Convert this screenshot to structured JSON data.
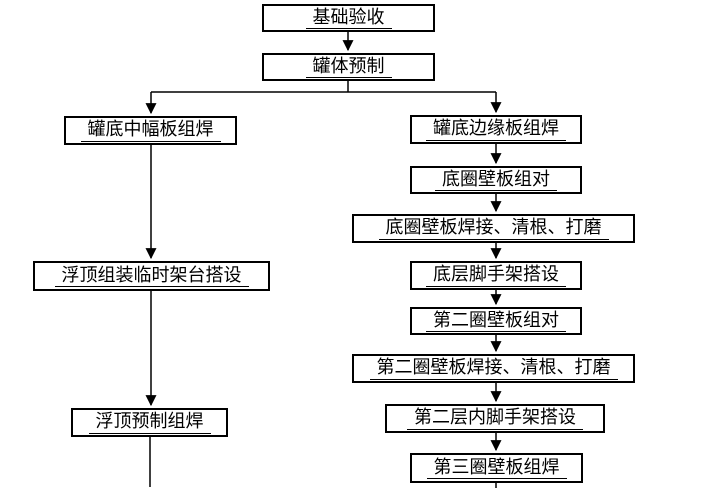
{
  "diagram": {
    "type": "flowchart",
    "language": "zh-CN",
    "background_color": "#ffffff",
    "line_color": "#000000",
    "box_fill": "#ffffff",
    "box_border_color": "#000000"
  },
  "nodes": [
    {
      "id": "foundation-acceptance",
      "label": "基础验收"
    },
    {
      "id": "tank-body-prefabrication",
      "label": "罐体预制"
    },
    {
      "id": "tank-bottom-center-plate-welding",
      "label": "罐底中幅板组焊"
    },
    {
      "id": "tank-bottom-edge-plate-welding",
      "label": "罐底边缘板组焊"
    },
    {
      "id": "first-ring-shell-plate-fitup",
      "label": "底圈壁板组对"
    },
    {
      "id": "first-ring-shell-weld-grind",
      "label": "底圈壁板焊接、清根、打磨"
    },
    {
      "id": "bottom-scaffold-erection",
      "label": "底层脚手架搭设"
    },
    {
      "id": "second-ring-shell-plate-fitup",
      "label": "第二圈壁板组对"
    },
    {
      "id": "second-ring-shell-weld-grind",
      "label": "第二圈壁板焊接、清根、打磨"
    },
    {
      "id": "second-level-inner-scaffold",
      "label": "第二层内脚手架搭设"
    },
    {
      "id": "third-ring-shell-plate-welding",
      "label": "第三圈壁板组焊"
    },
    {
      "id": "floating-roof-temp-platform",
      "label": "浮顶组装临时架台搭设"
    },
    {
      "id": "floating-roof-prefab-welding",
      "label": "浮顶预制组焊"
    }
  ],
  "edges": [
    {
      "from": "foundation-acceptance",
      "to": "tank-body-prefabrication",
      "arrow": true
    },
    {
      "from": "tank-body-prefabrication",
      "to": "tank-bottom-center-plate-welding",
      "arrow": true
    },
    {
      "from": "tank-body-prefabrication",
      "to": "tank-bottom-edge-plate-welding",
      "arrow": true
    },
    {
      "from": "tank-bottom-center-plate-welding",
      "to": "floating-roof-temp-platform",
      "arrow": true
    },
    {
      "from": "floating-roof-temp-platform",
      "to": "floating-roof-prefab-welding",
      "arrow": true
    },
    {
      "from": "floating-roof-prefab-welding",
      "to": "(continues below cropped edge)",
      "arrow": false
    },
    {
      "from": "tank-bottom-edge-plate-welding",
      "to": "first-ring-shell-plate-fitup",
      "arrow": true
    },
    {
      "from": "first-ring-shell-plate-fitup",
      "to": "first-ring-shell-weld-grind",
      "arrow": true
    },
    {
      "from": "first-ring-shell-weld-grind",
      "to": "bottom-scaffold-erection",
      "arrow": true
    },
    {
      "from": "bottom-scaffold-erection",
      "to": "second-ring-shell-plate-fitup",
      "arrow": true
    },
    {
      "from": "second-ring-shell-plate-fitup",
      "to": "second-ring-shell-weld-grind",
      "arrow": true
    },
    {
      "from": "second-ring-shell-weld-grind",
      "to": "second-level-inner-scaffold",
      "arrow": true
    },
    {
      "from": "second-level-inner-scaffold",
      "to": "third-ring-shell-plate-welding",
      "arrow": true
    },
    {
      "from": "third-ring-shell-plate-welding",
      "to": "(continues below cropped edge)",
      "arrow": false
    }
  ]
}
